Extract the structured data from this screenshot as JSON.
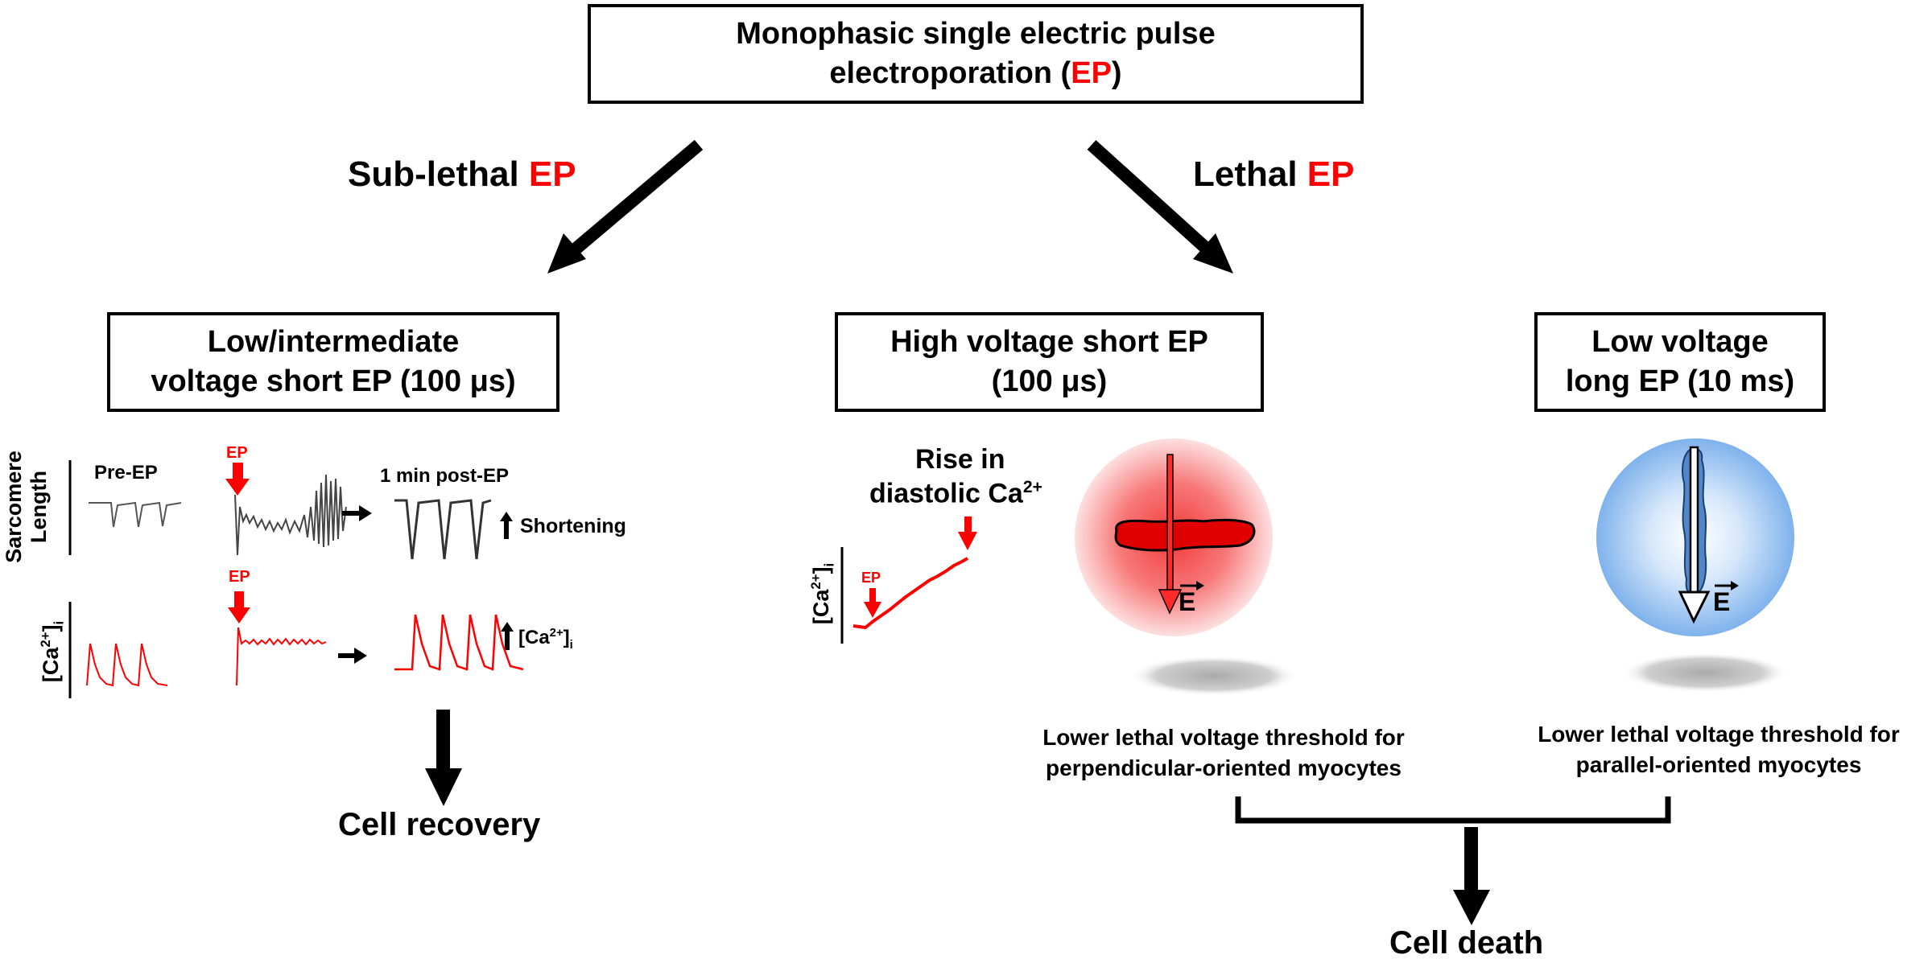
{
  "top_box": {
    "line1": "Monophasic single electric pulse",
    "line2_pre": "electroporation (",
    "line2_red": "EP",
    "line2_post": ")"
  },
  "branches": {
    "sublethal": {
      "text": "Sub-lethal ",
      "red": "EP"
    },
    "lethal": {
      "text": "Lethal ",
      "red": "EP"
    }
  },
  "boxes": {
    "low_intermediate": {
      "line1": "Low/intermediate",
      "line2": "voltage short EP (100 μs)"
    },
    "high_voltage": {
      "line1": "High voltage short EP",
      "line2": "(100 μs)"
    },
    "low_voltage": {
      "line1": "Low voltage",
      "line2": "long EP (10 ms)"
    }
  },
  "sublethal_panel": {
    "ylabel_length_1": "Sarcomere",
    "ylabel_length_2": "Length",
    "ylabel_ca": "[Ca",
    "ylabel_ca_sup": "2+",
    "ylabel_ca_end": "]",
    "ylabel_ca_sub": "i",
    "pre_ep": "Pre-EP",
    "ep_marker": "EP",
    "post_ep": "1 min post-EP",
    "shortening": "Shortening",
    "ca_up": "[Ca",
    "ca_up_sup": "2+",
    "ca_up_end": "]",
    "ca_up_sub": "i"
  },
  "outcome_recovery": "Cell recovery",
  "diastolic": {
    "line1": "Rise in",
    "line2": "diastolic Ca",
    "line2_sup": "2+",
    "ylabel": "[Ca",
    "ylabel_sup": "2+",
    "ylabel_end": "]",
    "ylabel_sub": "i",
    "ep_marker": "EP"
  },
  "field_label": "E",
  "threshold_perpendicular": {
    "line1": "Lower lethal voltage threshold for",
    "line2": "perpendicular-oriented myocytes"
  },
  "threshold_parallel": {
    "line1": "Lower lethal voltage threshold for",
    "line2": "parallel-oriented myocytes"
  },
  "outcome_death": "Cell death",
  "colors": {
    "accent_red": "#ff0000",
    "trace_gray": "#333333",
    "cell_blue": "#4f87c8",
    "sphere_red": "#f44a4a",
    "sphere_blue": "#8fbdf0"
  }
}
